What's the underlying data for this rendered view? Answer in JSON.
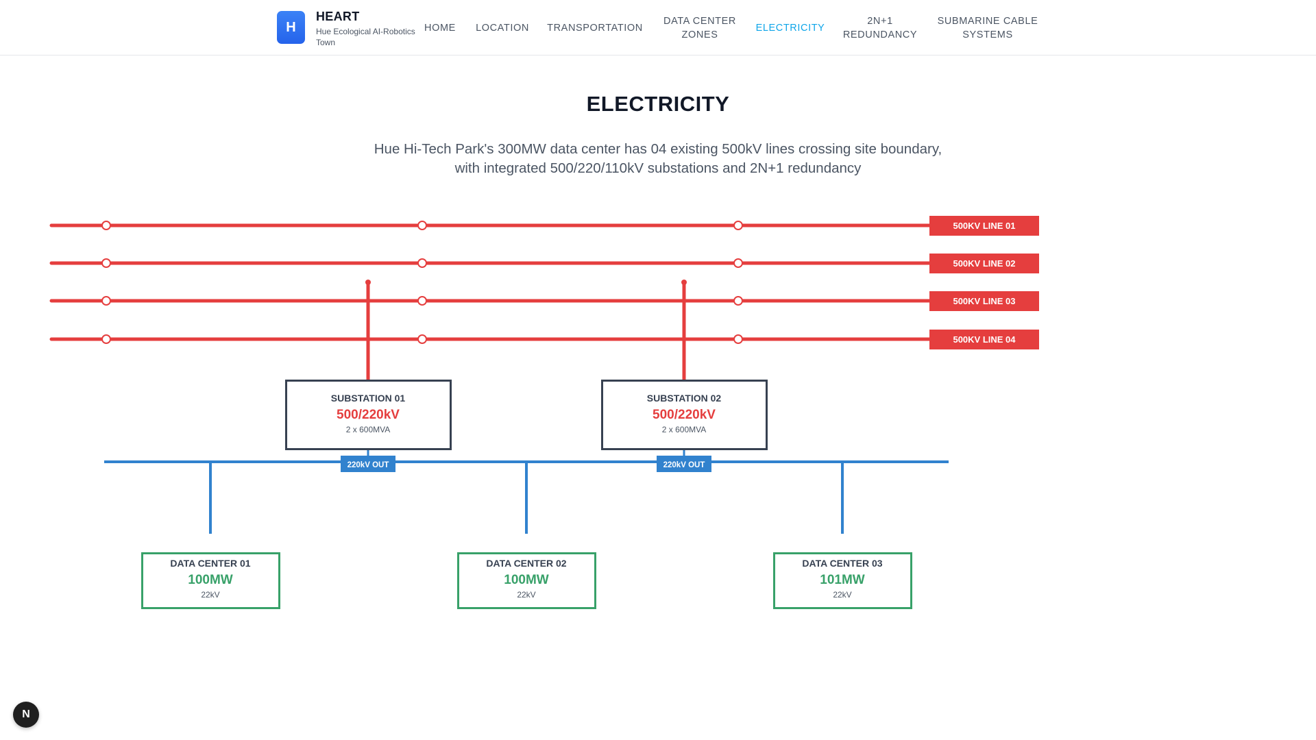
{
  "header": {
    "logo_letter": "H",
    "brand_name": "HEART",
    "brand_subtitle": "Hue Ecological AI-Robotics Town",
    "nav": [
      {
        "label": "HOME",
        "active": false
      },
      {
        "label": "LOCATION",
        "active": false
      },
      {
        "label": "TRANSPORTATION",
        "active": false
      },
      {
        "label": "DATA CENTER ZONES",
        "active": false
      },
      {
        "label": "ELECTRICITY",
        "active": true
      },
      {
        "label": "2N+1 REDUNDANCY",
        "active": false
      },
      {
        "label": "SUBMARINE CABLE SYSTEMS",
        "active": false
      }
    ]
  },
  "page": {
    "title": "ELECTRICITY",
    "description_line1": "Hue Hi-Tech Park's 300MW data center has 04 existing 500kV lines crossing site boundary,",
    "description_line2": "with integrated 500/220/110kV substations and 2N+1 redundancy"
  },
  "diagram": {
    "colors": {
      "line_500kv": "#e53e3e",
      "bus_220kv": "#3182ce",
      "substation_border": "#374151",
      "datacenter_border": "#38a169",
      "datacenter_value": "#38a169",
      "substation_value": "#e53e3e"
    },
    "lines": [
      {
        "label": "500KV LINE 01"
      },
      {
        "label": "500KV LINE 02"
      },
      {
        "label": "500KV LINE 03"
      },
      {
        "label": "500KV LINE 04"
      }
    ],
    "substations": [
      {
        "name": "SUBSTATION 01",
        "rating": "500/220kV",
        "capacity": "2 x 600MVA",
        "out_label": "220kV OUT"
      },
      {
        "name": "SUBSTATION 02",
        "rating": "500/220kV",
        "capacity": "2 x 600MVA",
        "out_label": "220kV OUT"
      }
    ],
    "data_centers": [
      {
        "name": "DATA CENTER 01",
        "power": "100MW",
        "voltage": "22kV"
      },
      {
        "name": "DATA CENTER 02",
        "power": "100MW",
        "voltage": "22kV"
      },
      {
        "name": "DATA CENTER 03",
        "power": "101MW",
        "voltage": "22kV"
      }
    ]
  },
  "dev_badge": {
    "label": "N"
  }
}
